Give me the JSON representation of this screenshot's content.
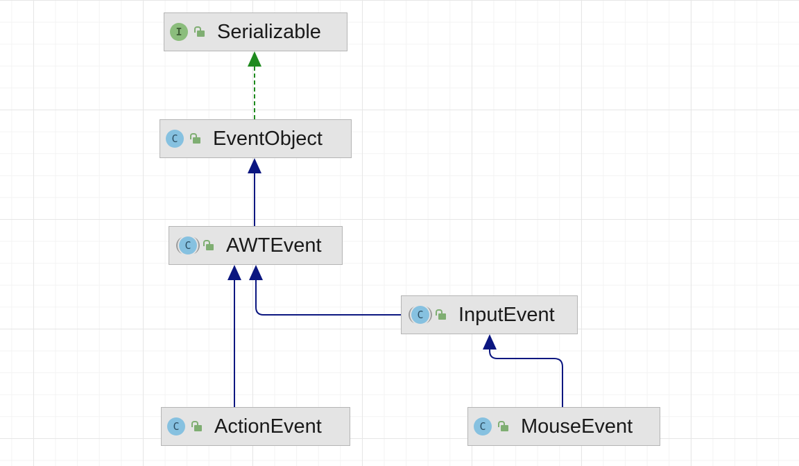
{
  "colors": {
    "implements_edge": "#1e8a1e",
    "extends_edge": "#0b1680",
    "node_fill": "#e4e4e4",
    "node_border": "#b4b4b4"
  },
  "nodes": [
    {
      "id": "serializable",
      "name": "Serializable",
      "kind": "interface",
      "kind_glyph": "I",
      "icon": "interface-icon"
    },
    {
      "id": "eventobject",
      "name": "EventObject",
      "kind": "class",
      "kind_glyph": "C",
      "icon": "class-icon"
    },
    {
      "id": "awtevent",
      "name": "AWTEvent",
      "kind": "abstract",
      "kind_glyph": "C",
      "icon": "abstract-class-icon"
    },
    {
      "id": "inputevent",
      "name": "InputEvent",
      "kind": "abstract",
      "kind_glyph": "C",
      "icon": "abstract-class-icon"
    },
    {
      "id": "actionevent",
      "name": "ActionEvent",
      "kind": "class",
      "kind_glyph": "C",
      "icon": "class-icon"
    },
    {
      "id": "mouseevent",
      "name": "MouseEvent",
      "kind": "class",
      "kind_glyph": "C",
      "icon": "class-icon"
    }
  ],
  "edges": [
    {
      "from": "eventobject",
      "to": "serializable",
      "type": "implements"
    },
    {
      "from": "awtevent",
      "to": "eventobject",
      "type": "extends"
    },
    {
      "from": "inputevent",
      "to": "awtevent",
      "type": "extends"
    },
    {
      "from": "actionevent",
      "to": "awtevent",
      "type": "extends"
    },
    {
      "from": "mouseevent",
      "to": "inputevent",
      "type": "extends"
    }
  ]
}
